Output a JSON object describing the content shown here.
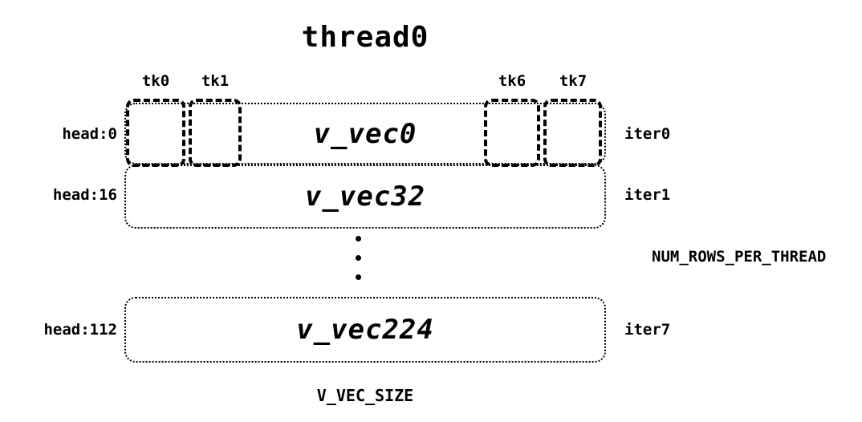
{
  "title": "thread0",
  "ticks": [
    "tk0",
    "tk1",
    "tk6",
    "tk7"
  ],
  "rows": [
    {
      "head": "head:0",
      "vec": "v_vec0",
      "iter": "iter0"
    },
    {
      "head": "head:16",
      "vec": "v_vec32",
      "iter": "iter1"
    },
    {
      "head": "head:112",
      "vec": "v_vec224",
      "iter": "iter7"
    }
  ],
  "labels": {
    "num_rows": "NUM_ROWS_PER_THREAD",
    "v_vec_size": "V_VEC_SIZE"
  },
  "colors": {
    "foreground": "#000000",
    "background": "#ffffff"
  }
}
